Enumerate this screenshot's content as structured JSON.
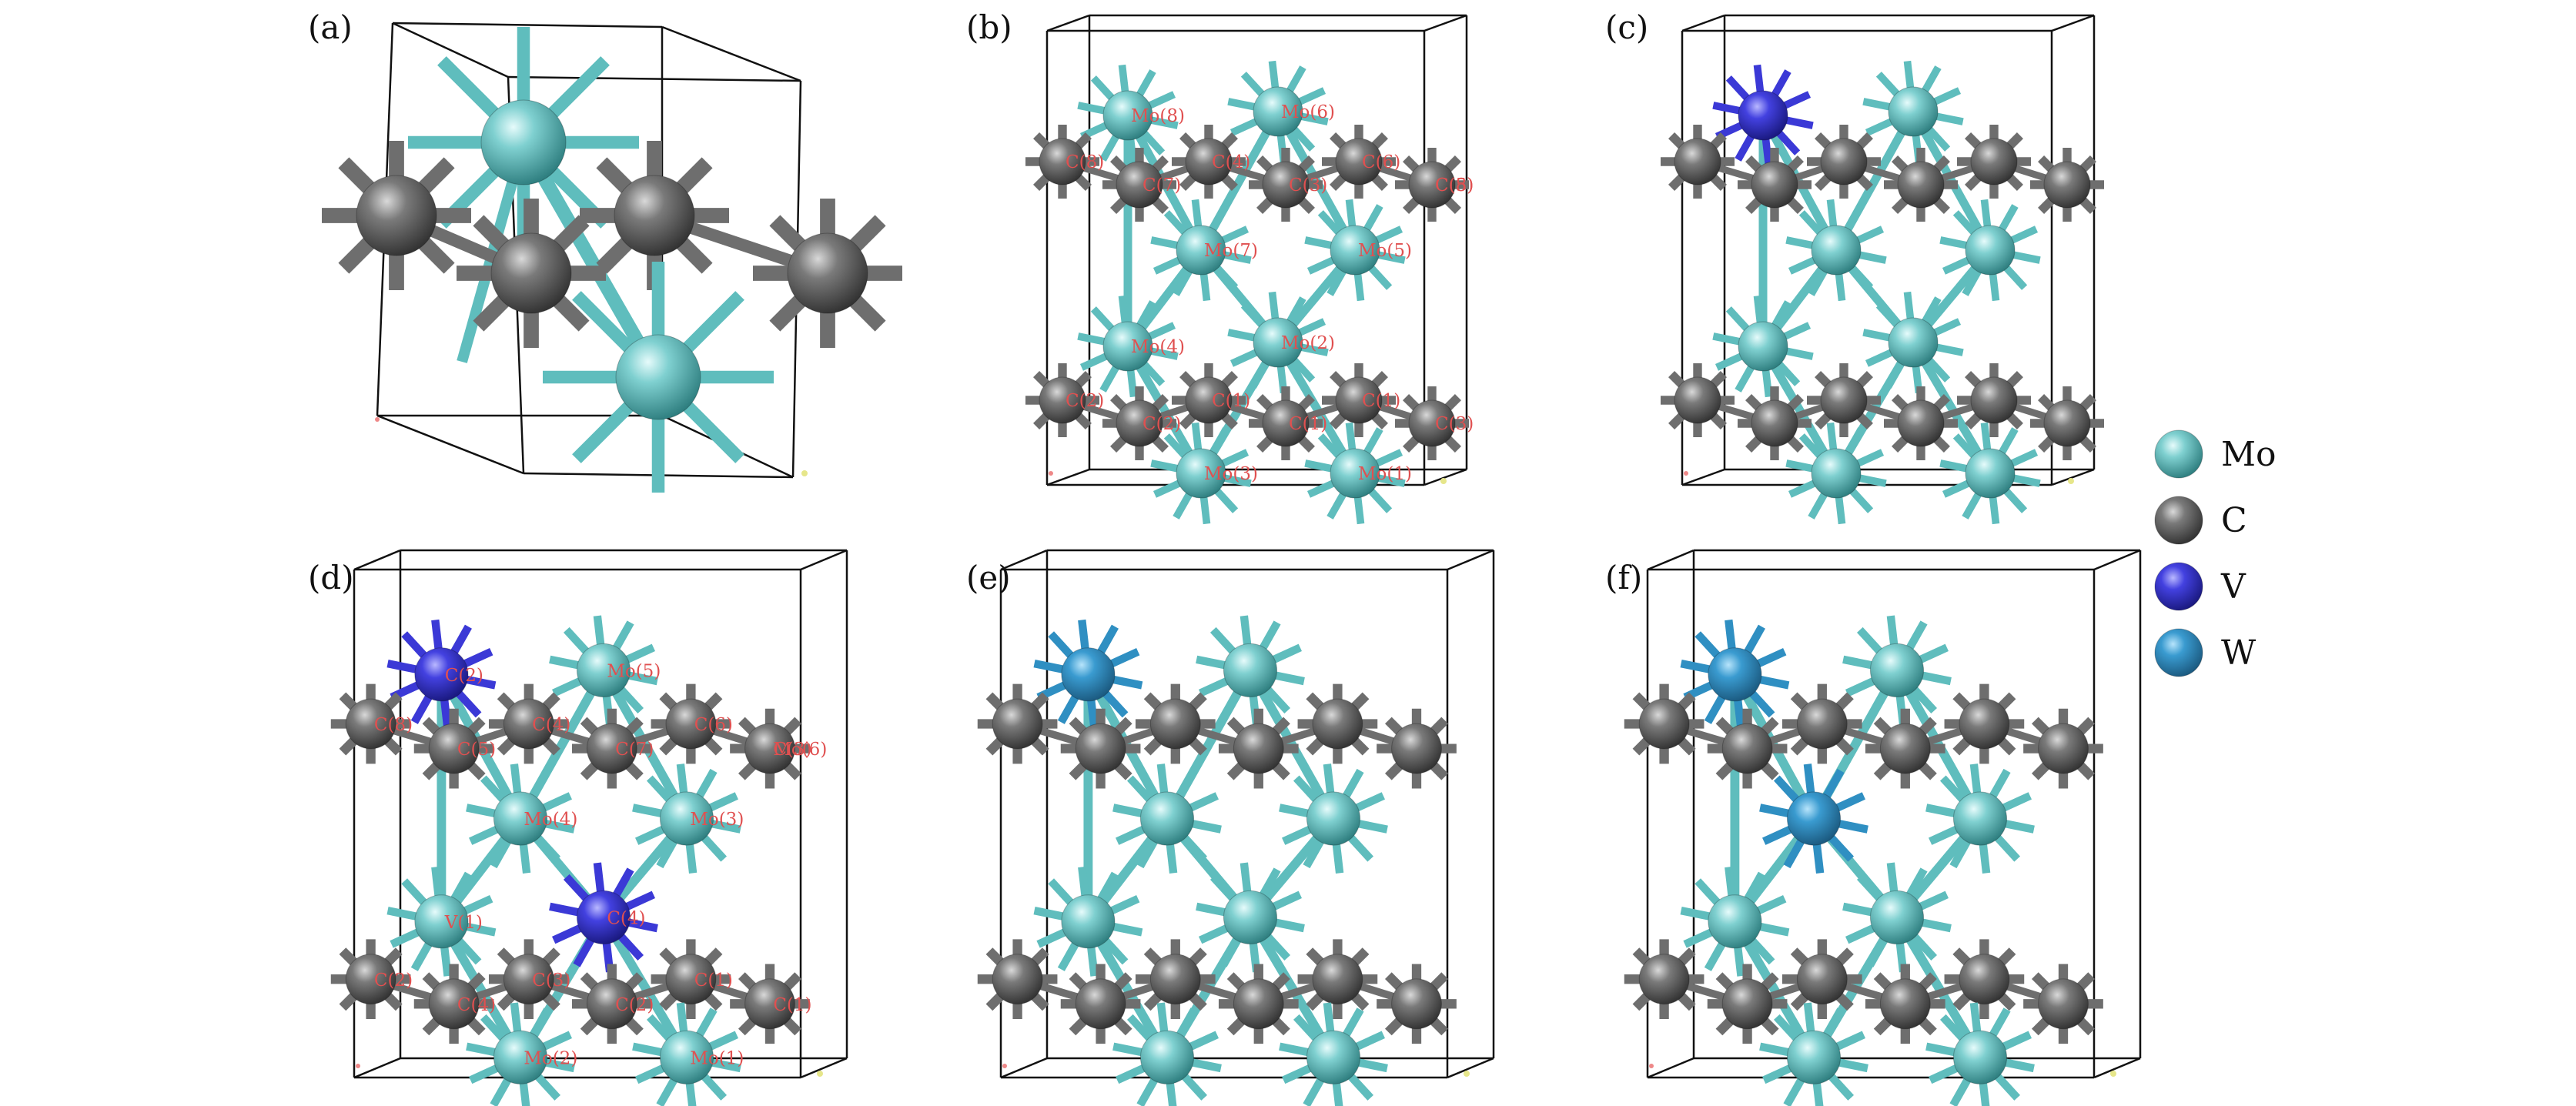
{
  "colors": {
    "Mo": "#5fbdbd",
    "C": "#6e6e6e",
    "V": "#3b39d6",
    "W": "#2f8fc2",
    "label": "#e05050",
    "cell": "#111111"
  },
  "panels": [
    {
      "letter": "(a)"
    },
    {
      "letter": "(b)"
    },
    {
      "letter": "(c)"
    },
    {
      "letter": "(d)"
    },
    {
      "letter": "(e)"
    },
    {
      "letter": "(f)"
    }
  ],
  "atom_labels": {
    "b": [
      "Mo(8)",
      "Mo(6)",
      "C(8)",
      "C(4)",
      "C(6)",
      "C(7)",
      "C(3)",
      "C(5)",
      "C(8)",
      "Mo(7)",
      "Mo(5)",
      "Mo(4)",
      "Mo(2)",
      "C(2)",
      "C(1)",
      "C(1)",
      "C(2)",
      "C(1)",
      "C(3)",
      "Mo(3)",
      "Mo(1)"
    ],
    "d": [
      "C(2)",
      "Mo(5)",
      "C(8)",
      "C(4)",
      "C(6)",
      "C(5)",
      "C(7)",
      "C(3)",
      "Mo(6)",
      "Mo(4)",
      "Mo(3)",
      "V(1)",
      "C(4)",
      "C(2)",
      "C(3)",
      "C(1)",
      "C(4)",
      "C(2)",
      "C(1)",
      "Mo(2)",
      "Mo(1)"
    ]
  },
  "legend": [
    {
      "element": "Mo",
      "label": "Mo"
    },
    {
      "element": "C",
      "label": "C"
    },
    {
      "element": "V",
      "label": "V"
    },
    {
      "element": "W",
      "label": "W"
    }
  ]
}
